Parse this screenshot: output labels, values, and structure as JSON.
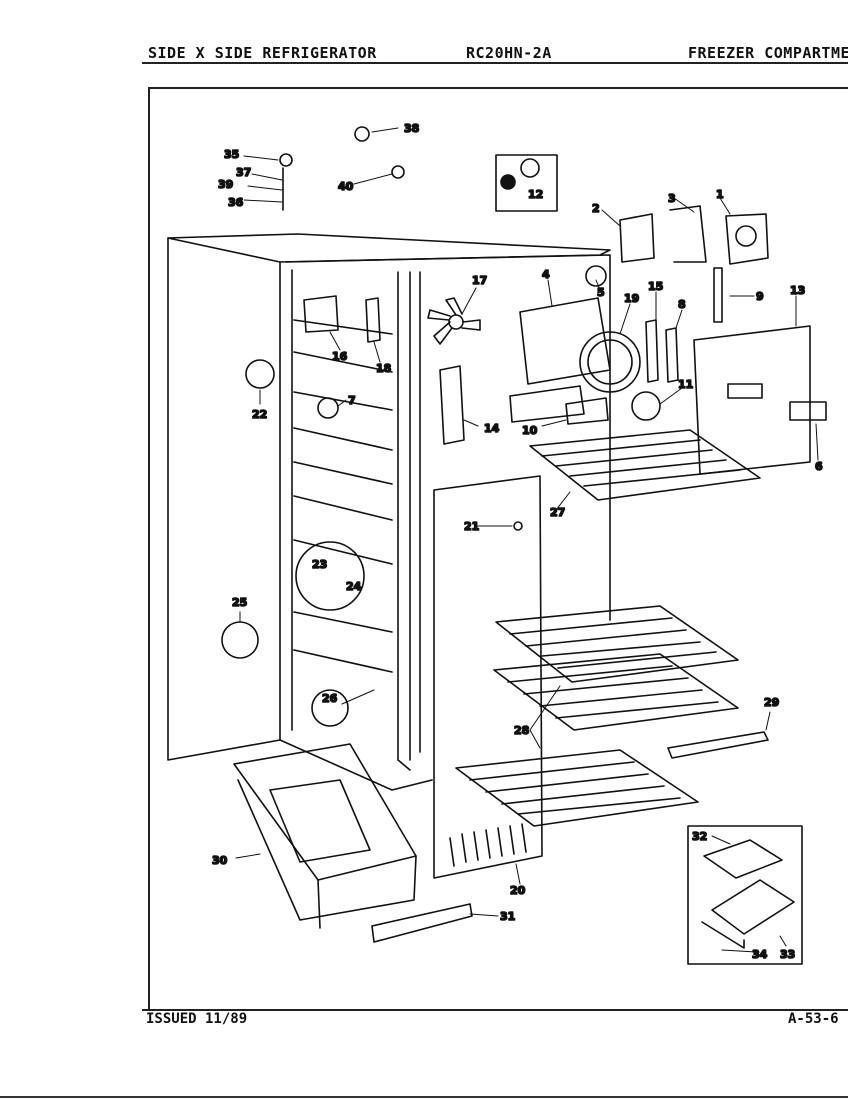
{
  "header": {
    "left": "SIDE X SIDE REFRIGERATOR",
    "center": "RC20HN-2A",
    "right": "FREEZER COMPARTMEN"
  },
  "footer": {
    "left": "ISSUED 11/89",
    "right": "A-53-6"
  },
  "callouts": {
    "c1": "1",
    "c2": "2",
    "c3": "3",
    "c4": "4",
    "c5": "5",
    "c6": "6",
    "c7": "7",
    "c8": "8",
    "c9": "9",
    "c10": "10",
    "c11": "11",
    "c12": "12",
    "c13": "13",
    "c14": "14",
    "c15": "15",
    "c16": "16",
    "c17": "17",
    "c18": "18",
    "c19": "19",
    "c20": "20",
    "c21": "21",
    "c22": "22",
    "c23": "23",
    "c24": "24",
    "c25": "25",
    "c26": "26",
    "c27": "27",
    "c28": "28",
    "c29": "29",
    "c30": "30",
    "c31": "31",
    "c32": "32",
    "c33": "33",
    "c34": "34",
    "c35": "35",
    "c36": "36",
    "c37": "37",
    "c38": "38",
    "c39": "39",
    "c40": "40"
  }
}
